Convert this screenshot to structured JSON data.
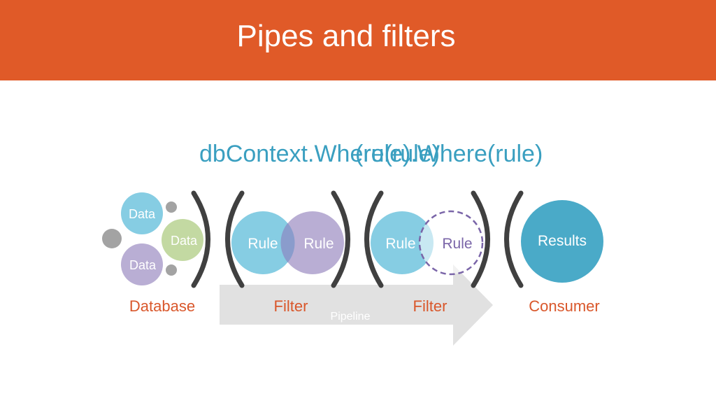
{
  "header": {
    "title": "Pipes and filters"
  },
  "code": {
    "first": "dbContext.Where(rule)",
    "second": "(rule).Where(rule)"
  },
  "database": {
    "data_labels": [
      "Data",
      "Data",
      "Data"
    ],
    "label": "Database"
  },
  "filters": [
    {
      "rules": [
        "Rule",
        "Rule"
      ],
      "label": "Filter"
    },
    {
      "rules": [
        "Rule",
        "Rule"
      ],
      "label": "Filter"
    }
  ],
  "pipeline": {
    "label": "Pipeline"
  },
  "consumer": {
    "results_label": "Results",
    "label": "Consumer"
  },
  "colors": {
    "header": "#e05a28",
    "code_text": "#3a9fc0",
    "section_label": "#d9572b",
    "rule_blue": "#86cde3",
    "rule_purple": "#b9aed4",
    "results": "#4aaac8",
    "data_green": "#c3d9a2",
    "grey_dot": "#a3a3a3",
    "pipeline_arrow": "#e1e1e1",
    "bracket": "#404040"
  }
}
